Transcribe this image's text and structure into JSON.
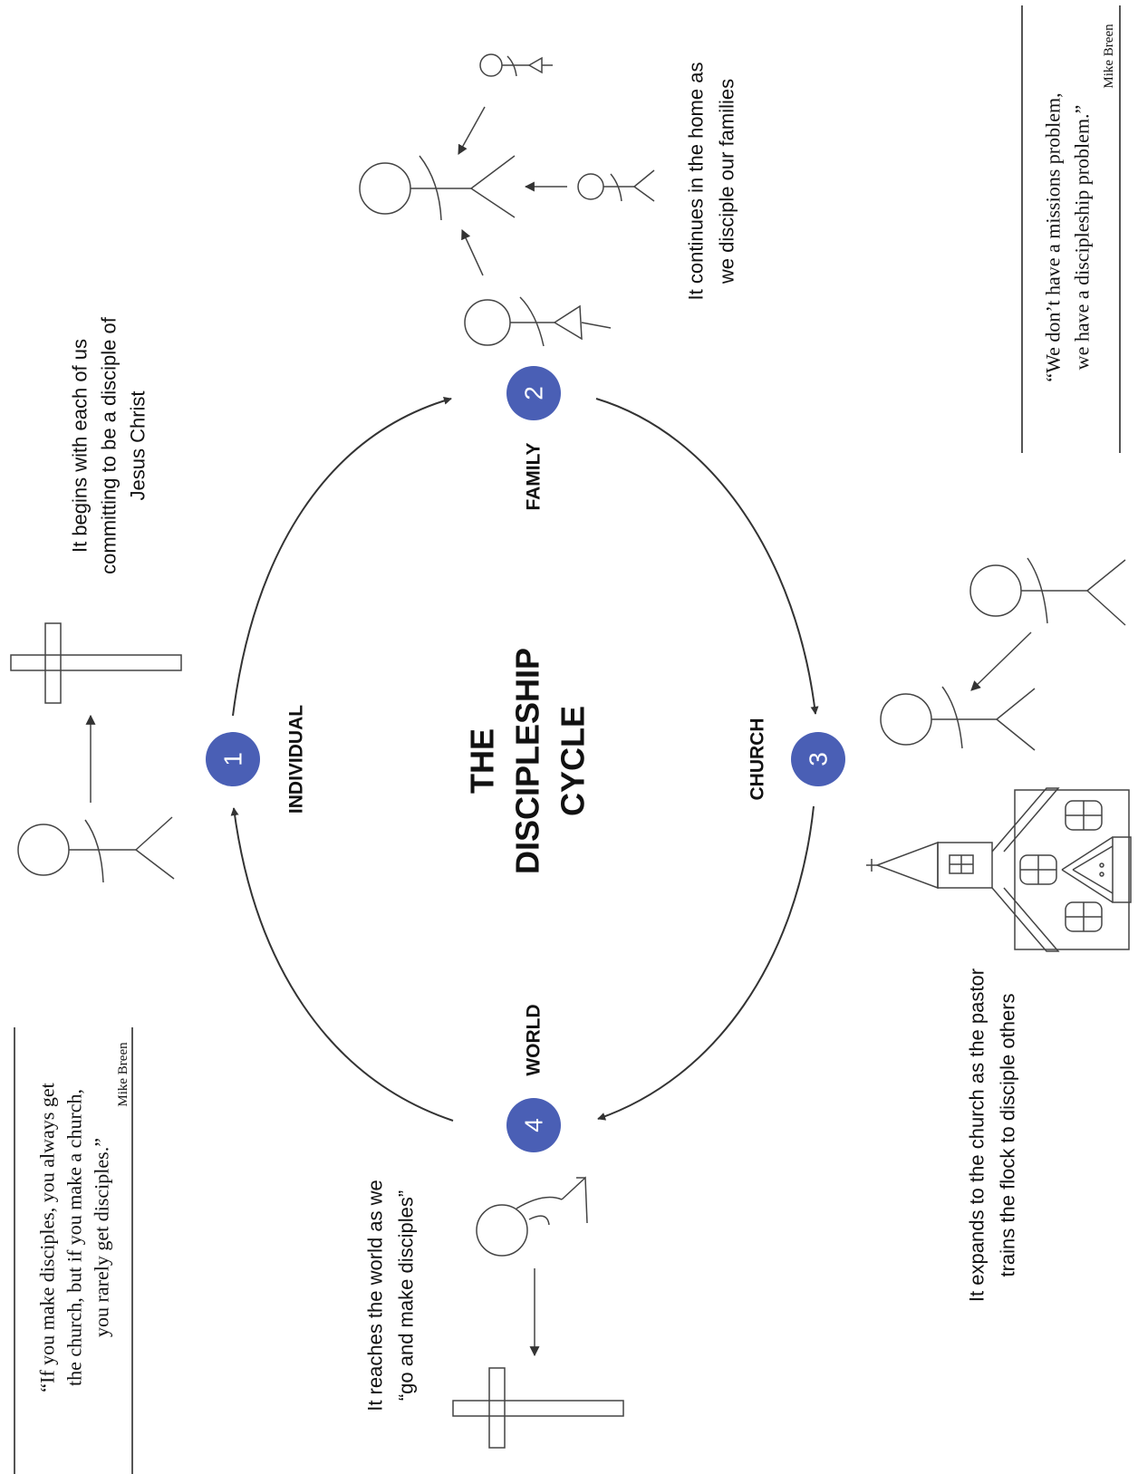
{
  "title": {
    "line1": "THE",
    "line2": "DISCIPLESHIP",
    "line3": "CYCLE"
  },
  "stages": [
    {
      "number": "1",
      "label": "INDIVIDUAL",
      "desc_lines": [
        "It begins with each of us",
        "committing to be a disciple of",
        "Jesus Christ"
      ]
    },
    {
      "number": "2",
      "label": "FAMILY",
      "desc_lines": [
        "It continues in the home as",
        "we disciple our families"
      ]
    },
    {
      "number": "3",
      "label": "CHURCH",
      "desc_lines": [
        "It expands to the church as the pastor",
        "trains the flock to disciple others"
      ]
    },
    {
      "number": "4",
      "label": "WORLD",
      "desc_lines": [
        "It reaches the world as we",
        "“go and make disciples”"
      ]
    }
  ],
  "quotes": [
    {
      "lines": [
        "“If you make disciples, you always get",
        "the church, but if you make a church,",
        "you rarely get disciples.”"
      ],
      "attribution": "Mike Breen"
    },
    {
      "lines": [
        "“We don’t have a missions problem,",
        "we have a discipleship problem.”"
      ],
      "attribution": "Mike Breen"
    }
  ],
  "colors": {
    "badge": "#4a5fb5",
    "ink": "#111111",
    "line": "#444444"
  },
  "icons": [
    "person-icon",
    "cross-icon",
    "family-icon",
    "church-building-icon",
    "arrow-icon"
  ]
}
